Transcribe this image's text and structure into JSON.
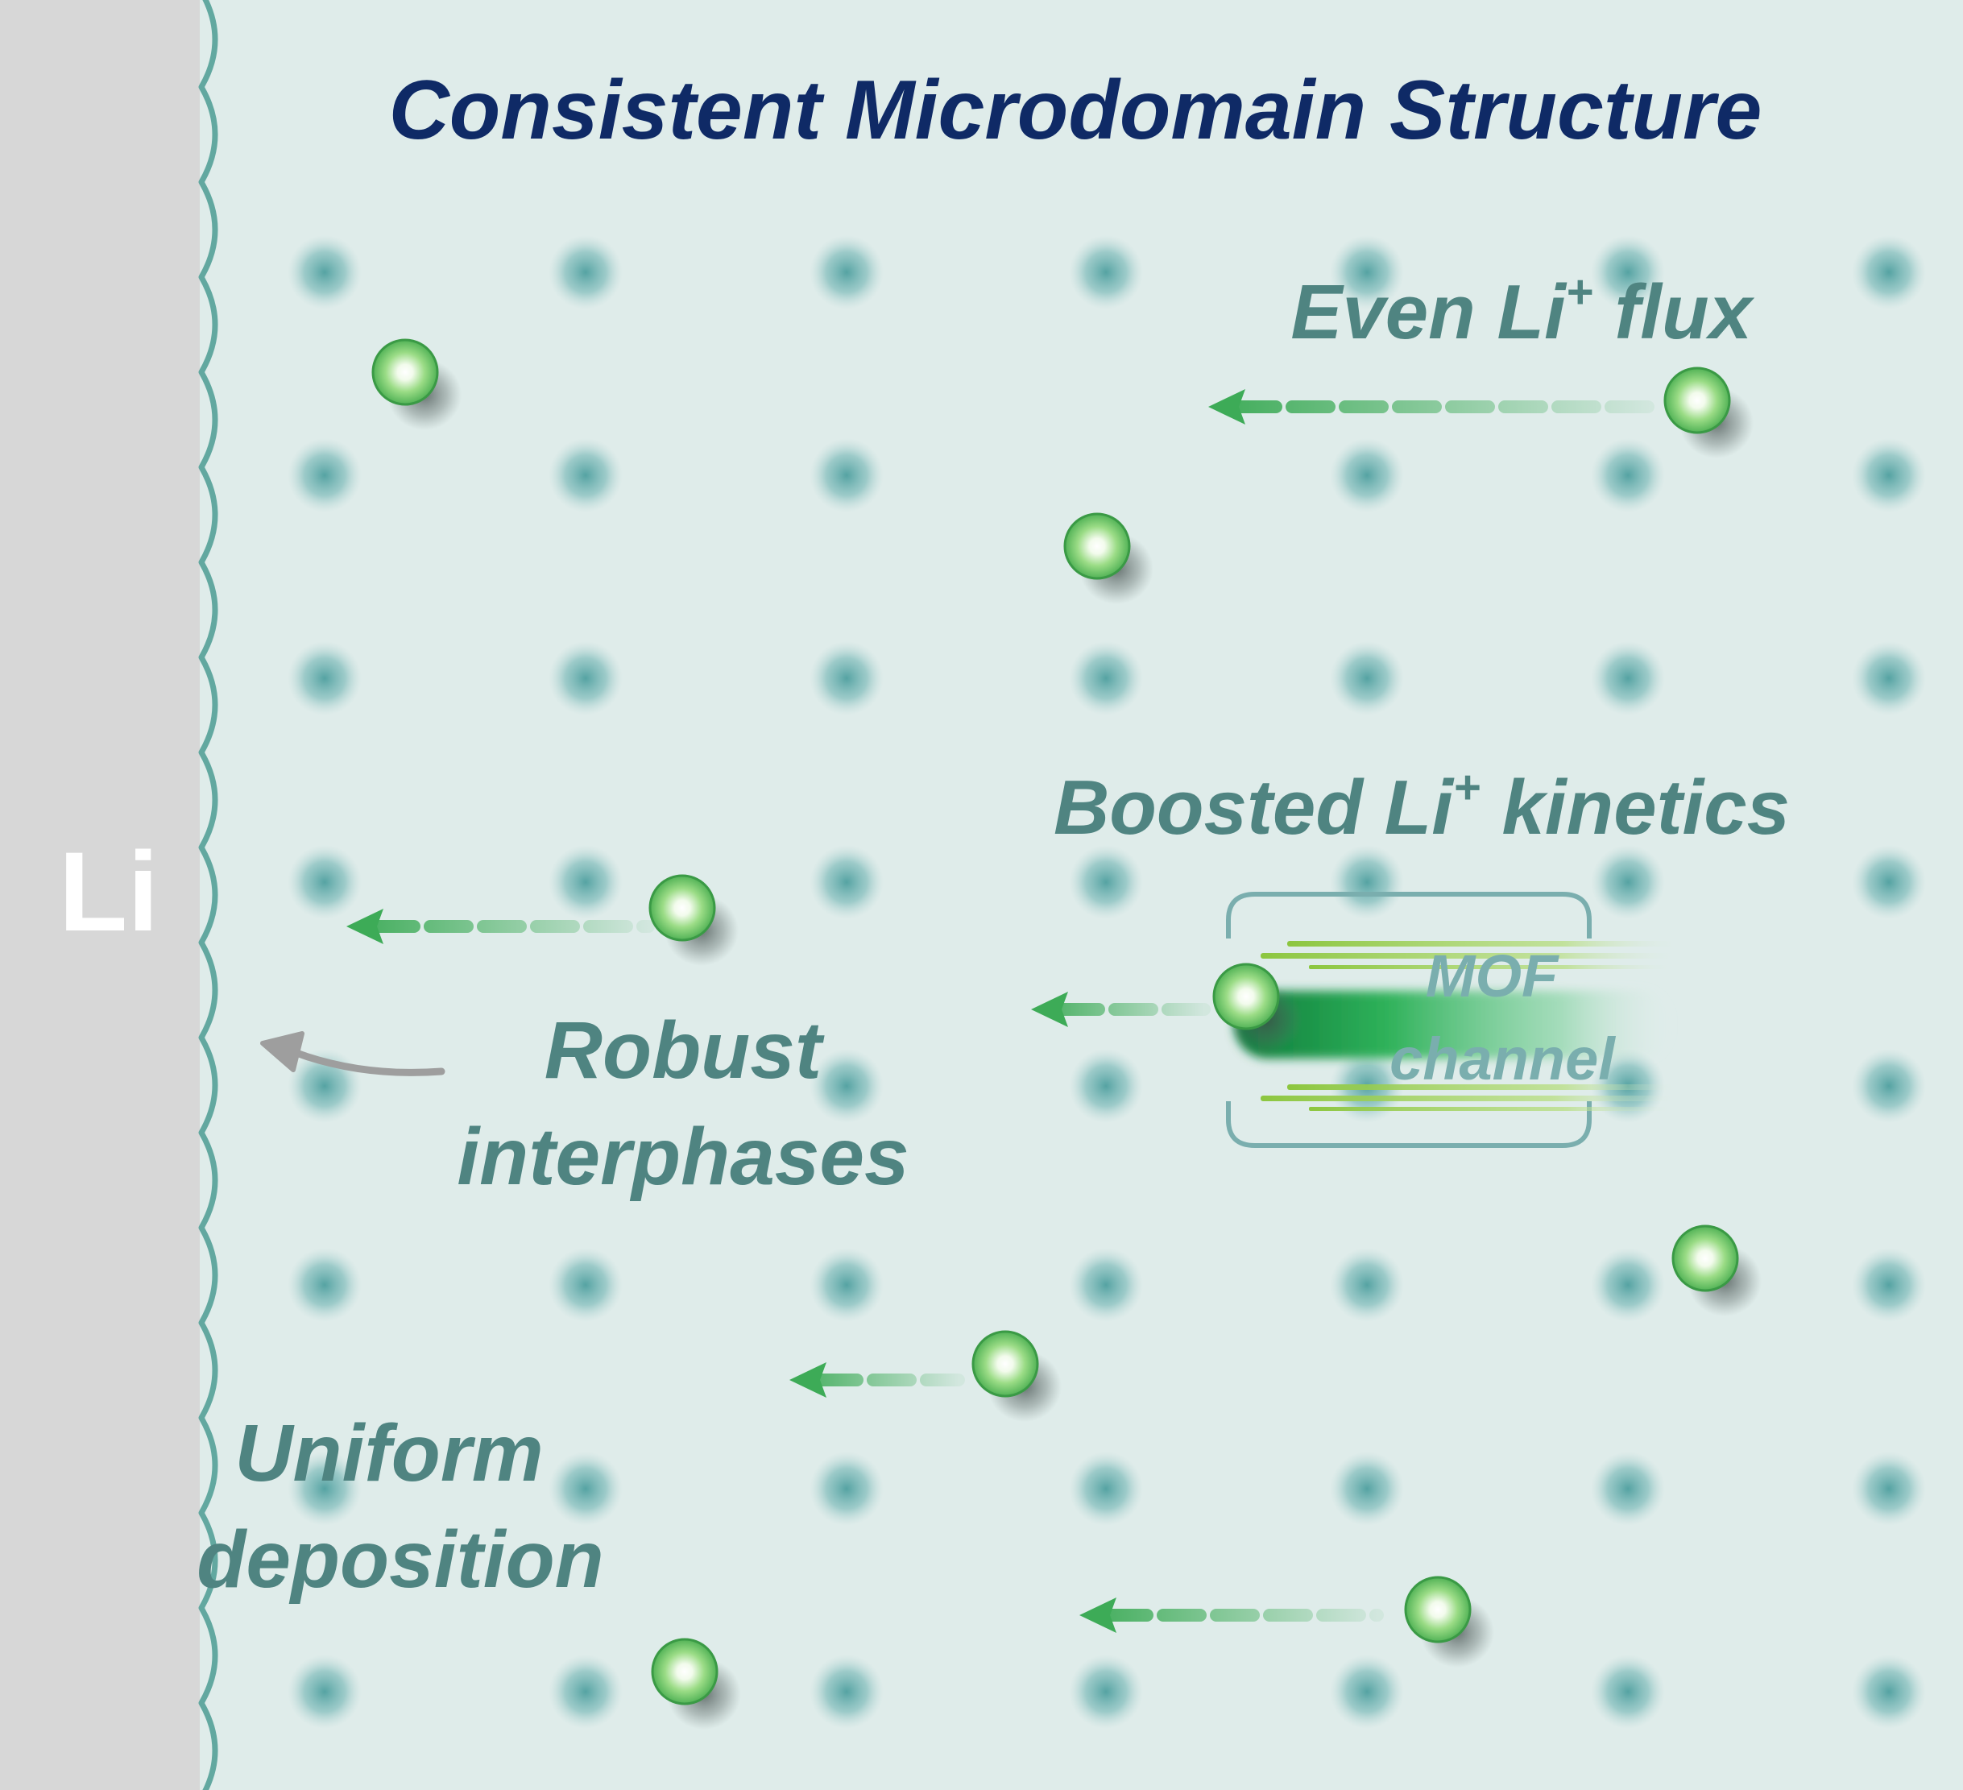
{
  "title": "Consistent Microdomain Structure",
  "electrode_label": "Li",
  "labels": {
    "flux_prefix": "Even Li",
    "flux_sup": "+",
    "flux_suffix": " flux",
    "kinetics_prefix": "Boosted Li",
    "kinetics_sup": "+",
    "kinetics_suffix": " kinetics",
    "channel_line1": "MOF",
    "channel_line2": "channel",
    "interphase_line1": "Robust",
    "interphase_line2": "interphases",
    "deposition_line1": "Uniform",
    "deposition_line2": "deposition"
  },
  "colors": {
    "background": "#dfecea",
    "electrode": "#d7d7d7",
    "interface": "#62a8a0",
    "title": "#0f2a66",
    "label": "#4f8481",
    "lattice_dot": "#3d9696",
    "ion": "#4fbf4f",
    "arrow": "#3dab57",
    "channel": "#7aaeae",
    "curved_arrow": "#9e9e9e"
  },
  "icons": {
    "lattice": "microdomain-dot-icon",
    "ion": "lithium-ion-sphere-icon",
    "arrow": "dashed-left-arrow-icon",
    "channel": "mof-channel-icon",
    "curved_arrow": "curved-arrow-icon"
  }
}
